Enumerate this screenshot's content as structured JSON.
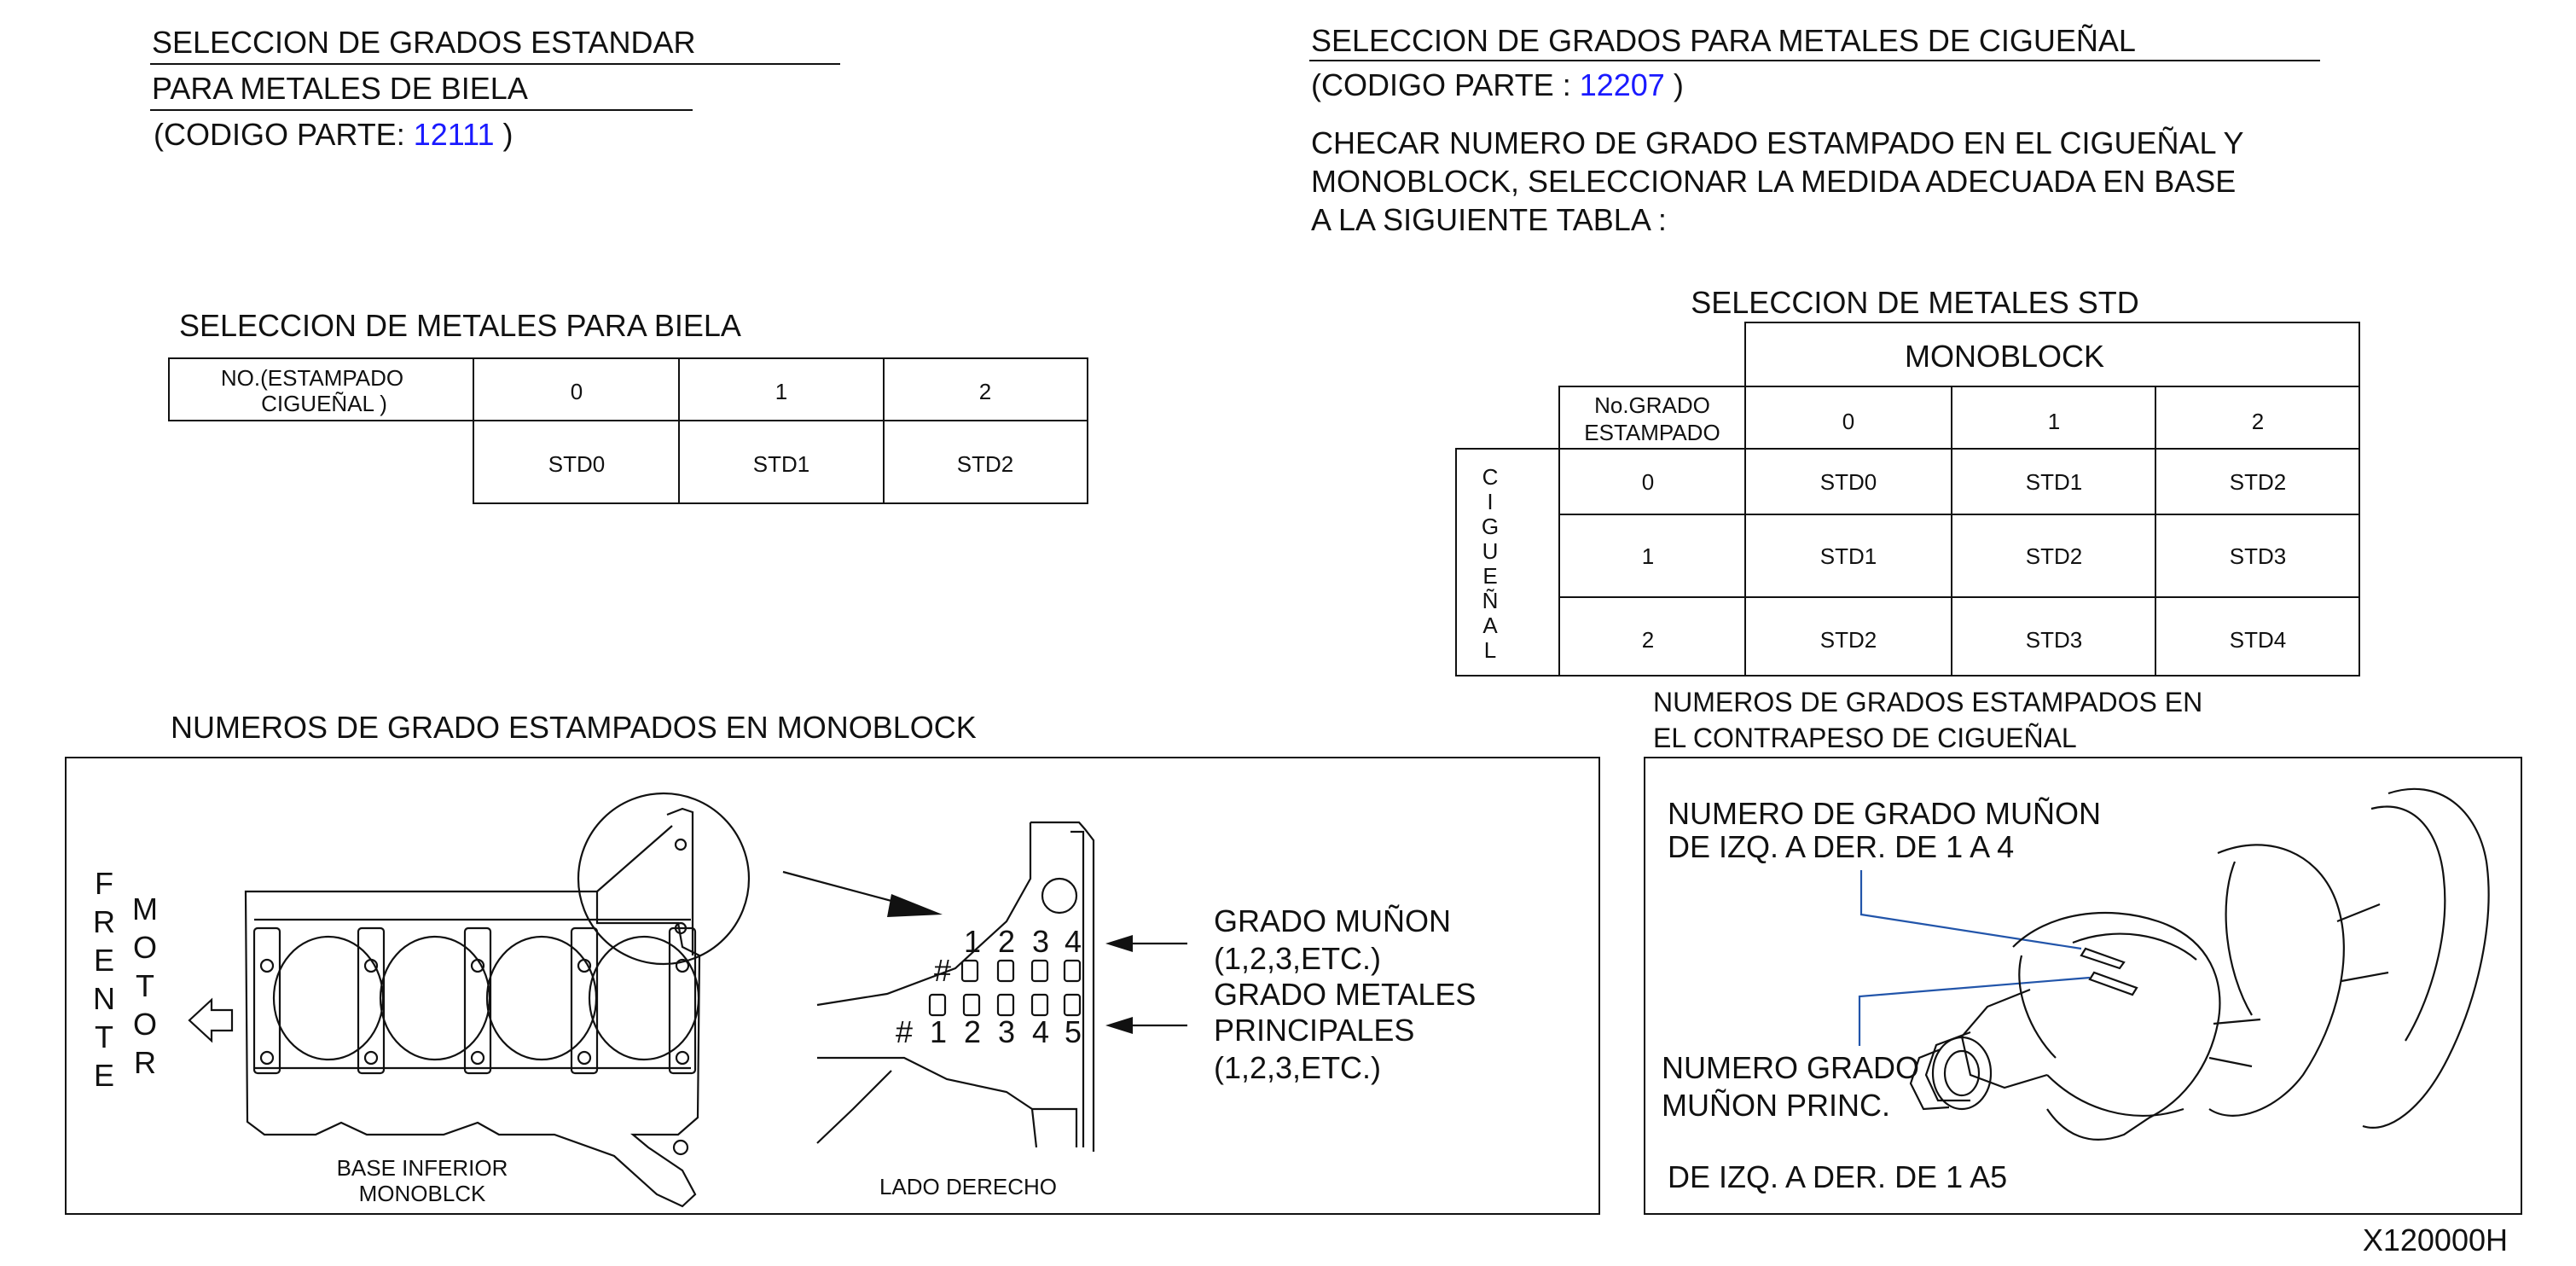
{
  "left_header": {
    "line1": "SELECCION  DE  GRADOS  ESTANDAR",
    "line2": "PARA  METALES  DE  BIELA",
    "code_prefix": "(CODIGO  PARTE:  ",
    "code": "12111",
    "code_suffix": "  )"
  },
  "right_header": {
    "line1": "SELECCION  DE  GRADOS  PARA  METALES  DE  CIGUEÑAL",
    "code_prefix": "(CODIGO  PARTE  :  ",
    "code": "12207",
    "code_suffix": "  )",
    "instr1": "CHECAR  NUMERO  DE  GRADO  ESTAMPADO  EN  EL  CIGUEÑAL  Y",
    "instr2": "MONOBLOCK,  SELECCIONAR  LA  MEDIDA  ADECUADA  EN  BASE",
    "instr3": "A  LA  SIGUIENTE  TABLA  :"
  },
  "biela_table": {
    "title": "SELECCION  DE  METALES  PARA  BIELA",
    "header_line1": "NO.(ESTAMPADO",
    "header_line2": "CIGUEÑAL    )",
    "columns": [
      "0",
      "1",
      "2"
    ],
    "values": [
      "STD0",
      "STD1",
      "STD2"
    ]
  },
  "std_table": {
    "title": "SELECCION  DE  METALES  STD",
    "group_header": "MONOBLOCK",
    "row_header_line1": "No.GRADO",
    "row_header_line2": "ESTAMPADO",
    "side_label": [
      "C",
      "I",
      "G",
      "U",
      "E",
      "Ñ",
      "A",
      "L"
    ],
    "columns": [
      "0",
      "1",
      "2"
    ],
    "rows": [
      {
        "label": "0",
        "values": [
          "STD0",
          "STD1",
          "STD2"
        ]
      },
      {
        "label": "1",
        "values": [
          "STD1",
          "STD2",
          "STD3"
        ]
      },
      {
        "label": "2",
        "values": [
          "STD2",
          "STD3",
          "STD4"
        ]
      }
    ]
  },
  "monoblock_panel": {
    "title": "NUMEROS  DE  GRADO  ESTAMPADOS  EN  MONOBLOCK",
    "front_label": [
      "F",
      "R",
      "E",
      "N",
      "T",
      "E"
    ],
    "motor_label": [
      "M",
      "O",
      "T",
      "O",
      "R"
    ],
    "base_caption1": "BASE   INFERIOR",
    "base_caption2": "MONOBLCK",
    "side_caption": "LADO    DERECHO",
    "callout1_line1": "GRADO  MUÑON",
    "callout1_line2": "(1,2,3,ETC.)",
    "callout2_line1": "GRADO  METALES",
    "callout2_line2": "PRINCIPALES",
    "callout2_line3": "(1,2,3,ETC.)",
    "top_numbers": [
      "1",
      "2",
      "3",
      "4"
    ],
    "bottom_numbers": [
      "1",
      "2",
      "3",
      "4",
      "5"
    ],
    "hash": "#"
  },
  "crank_panel": {
    "title_line1": "NUMEROS  DE  GRADOS  ESTAMPADOS  EN",
    "title_line2": "EL  CONTRAPESO  DE  CIGUEÑAL",
    "label1_line1": "NUMERO  DE  GRADO  MUÑON",
    "label1_line2": "DE  IZQ.  A  DER.  DE  1  A  4",
    "label2_line1": "NUMERO  GRADO",
    "label2_line2": "MUÑON  PRINC.",
    "label3": "DE  IZQ.  A  DER.  DE  1  A5",
    "leader_color": "#2255aa"
  },
  "figure_id": "X120000H"
}
